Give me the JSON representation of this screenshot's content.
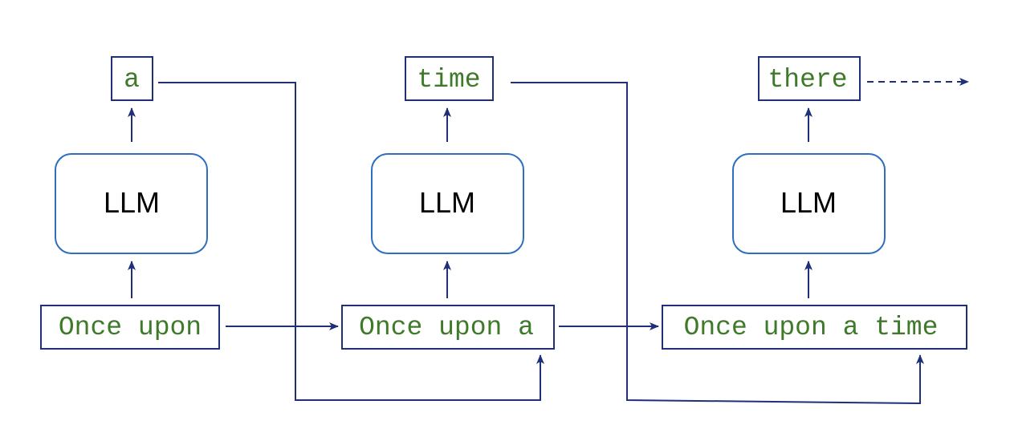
{
  "steps": [
    {
      "input": "Once upon",
      "model": "LLM",
      "output": "a"
    },
    {
      "input": "Once upon a",
      "model": "LLM",
      "output": "time"
    },
    {
      "input": "Once upon a time",
      "model": "LLM",
      "output": "there"
    }
  ],
  "colors": {
    "token_text": "#3f7a2b",
    "box_border": "#1f2f7a",
    "llm_border": "#2e6ec0",
    "arrow": "#1f2f7a"
  }
}
